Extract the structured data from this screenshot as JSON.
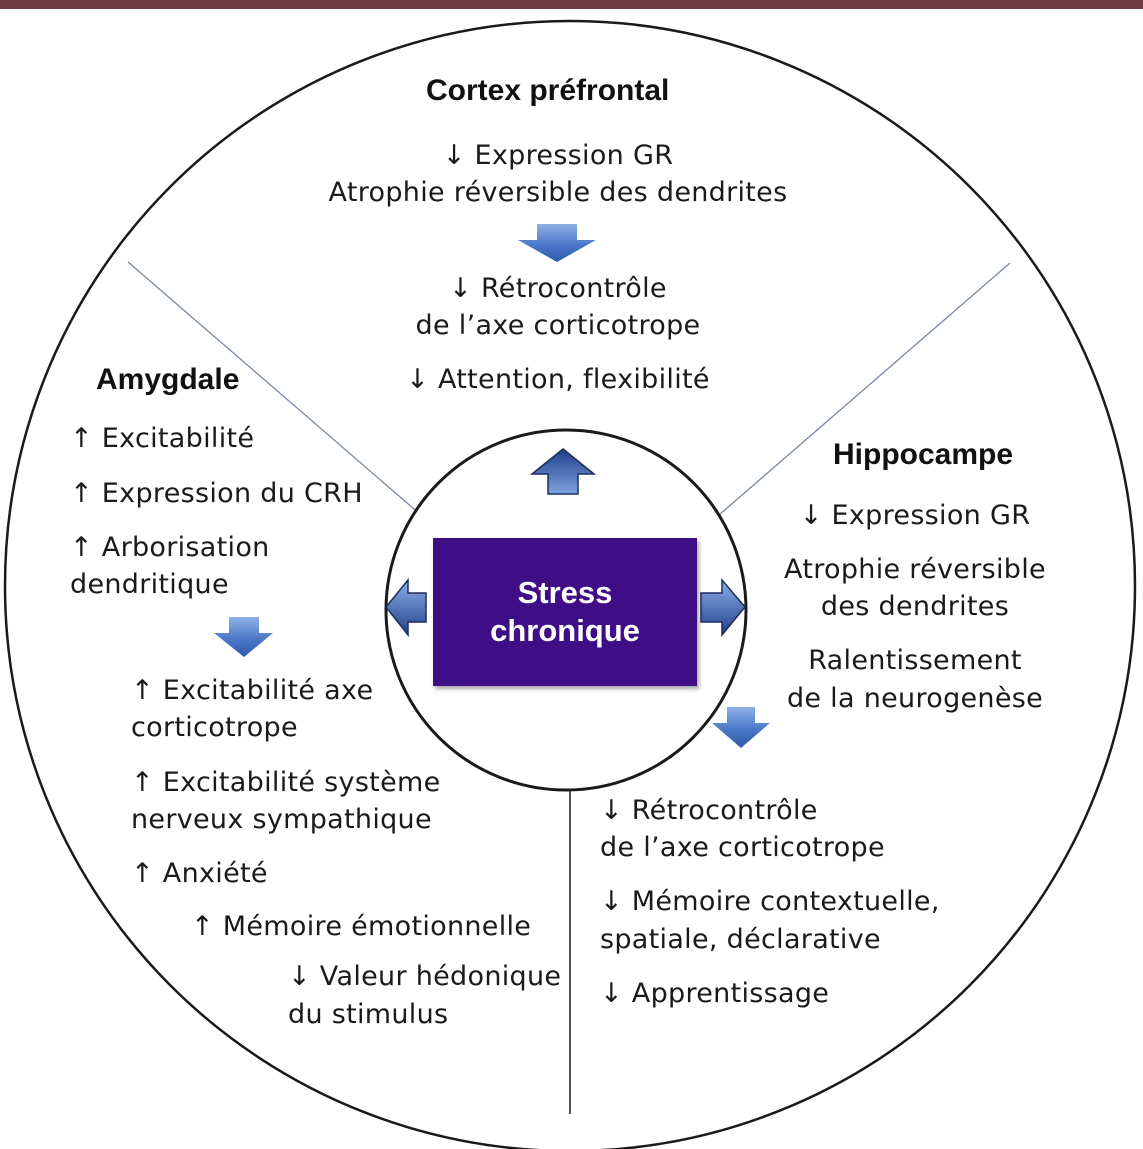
{
  "center": {
    "line1": "Stress",
    "line2": "chronique"
  },
  "cortex": {
    "title": "Cortex préfrontal",
    "line1": "↓ Expression GR",
    "line2": "Atrophie réversible des dendrites",
    "line3": "↓ Rétrocontrôle",
    "line4": "de l’axe corticotrope",
    "line5": "↓ Attention, flexibilité"
  },
  "amygdale": {
    "title": "Amygdale",
    "line1": "↑ Excitabilité",
    "line2": "↑ Expression du CRH",
    "line3": "↑ Arborisation",
    "line4": "dendritique",
    "line5": "↑ Excitabilité axe",
    "line6": "corticotrope",
    "line7": "↑ Excitabilité système",
    "line8": "nerveux sympathique",
    "line9": "↑ Anxiété",
    "line10": "↑ Mémoire émotionnelle",
    "line11": "↓ Valeur hédonique",
    "line12": "du stimulus"
  },
  "hippocampe": {
    "title": "Hippocampe",
    "line1": "↓ Expression GR",
    "line2": "Atrophie réversible",
    "line3": "des dendrites",
    "line4": "Ralentissement",
    "line5": "de la neurogenèse",
    "line6": "↓ Rétrocontrôle",
    "line7": "de l’axe corticotrope",
    "line8": "↓ Mémoire contextuelle,",
    "line9": "spatiale, déclarative",
    "line10": "↓ Apprentissage"
  },
  "colors": {
    "accent_bar": "#6e3b45",
    "box": "#3f0d86",
    "arrow": "#4a78c8"
  }
}
